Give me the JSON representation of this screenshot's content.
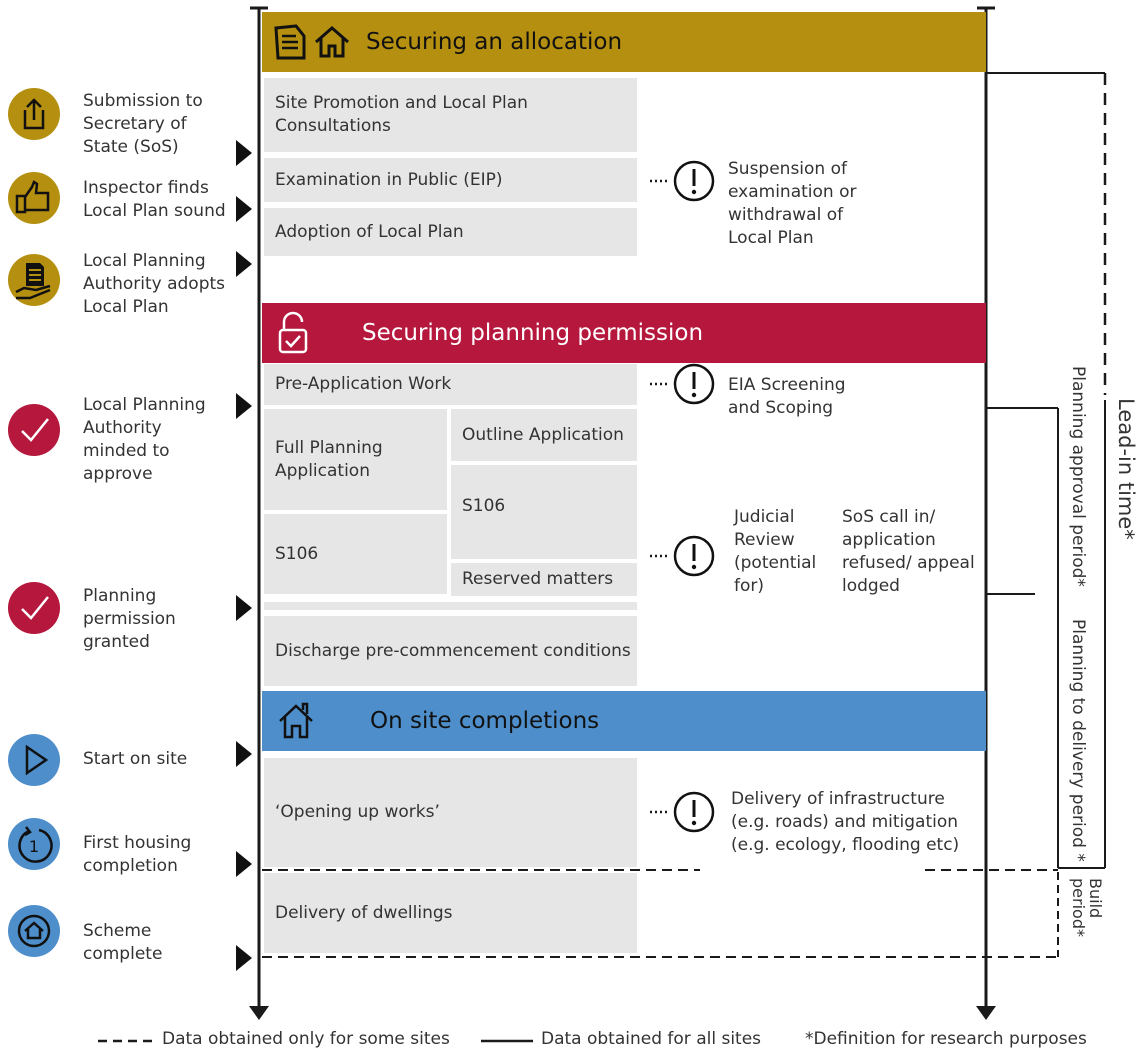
{
  "colors": {
    "allocation": "#b48f10",
    "permission": "#b5173d",
    "completions": "#4e8fcb",
    "box": "#e6e6e6"
  },
  "sections": {
    "allocation": {
      "title": "Securing an allocation",
      "icons": [
        "document-icon",
        "house-icon"
      ]
    },
    "permission": {
      "title": "Securing planning permission",
      "icons": [
        "unlocked-padlock-icon"
      ]
    },
    "completions": {
      "title": "On site completions",
      "icons": [
        "house-icon"
      ]
    }
  },
  "stages": {
    "site_promotion": "Site Promotion and Local Plan Consultations",
    "eip": "Examination in Public (EIP)",
    "adoption": "Adoption of Local Plan",
    "pre_app": "Pre-Application Work",
    "full_app": "Full Planning Application",
    "outline_app": "Outline Application",
    "s106_right": "S106",
    "s106_left": "S106",
    "reserved": "Reserved matters",
    "discharge": "Discharge pre-commencement conditions",
    "opening": "‘Opening up works’",
    "dwellings": "Delivery of dwellings"
  },
  "risks": {
    "suspension": "Suspension of examination or withdrawal of Local Plan",
    "eia": "EIA Screening and Scoping",
    "judicial": "Judicial Review (potential for)",
    "sos": "SoS call in/ application refused/ appeal lodged",
    "infrastructure": "Delivery of infrastructure (e.g. roads) and mitigation (e.g. ecology, flooding etc)"
  },
  "milestones": [
    {
      "label": "Submission to Secretary of State (SoS)",
      "icon": "upload-icon"
    },
    {
      "label": "Inspector finds Local Plan sound",
      "icon": "thumbs-up-icon"
    },
    {
      "label": "Local Planning Authority adopts Local Plan",
      "icon": "document-hand-icon"
    },
    {
      "label": "Local Planning Authority minded to approve",
      "icon": "check-icon"
    },
    {
      "label": "Planning permission granted",
      "icon": "check-icon"
    },
    {
      "label": "Start on site",
      "icon": "play-icon"
    },
    {
      "label": "First housing completion",
      "icon": "number-one-icon"
    },
    {
      "label": "Scheme complete",
      "icon": "house-cycle-icon"
    }
  ],
  "periods": {
    "lead_in": "Lead-in time*",
    "planning_approval": "Planning approval period*",
    "planning_delivery": "Planning to delivery period *",
    "build": "Build period*"
  },
  "legend": {
    "some_sites": "Data obtained only for some sites",
    "all_sites": "Data obtained for all sites",
    "definition": "*Definition for research purposes"
  }
}
